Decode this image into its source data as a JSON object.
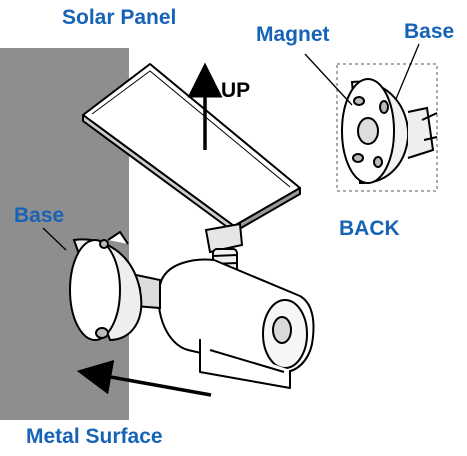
{
  "labels": {
    "solar_panel": "Solar Panel",
    "up": "UP",
    "magnet": "Magnet",
    "base_back": "Base",
    "back": "BACK",
    "base_front": "Base",
    "metal_surface": "Metal Surface"
  },
  "colors": {
    "label_blue": "#1763b8",
    "wall_gray": "#8e8e8e",
    "line_black": "#000000"
  }
}
